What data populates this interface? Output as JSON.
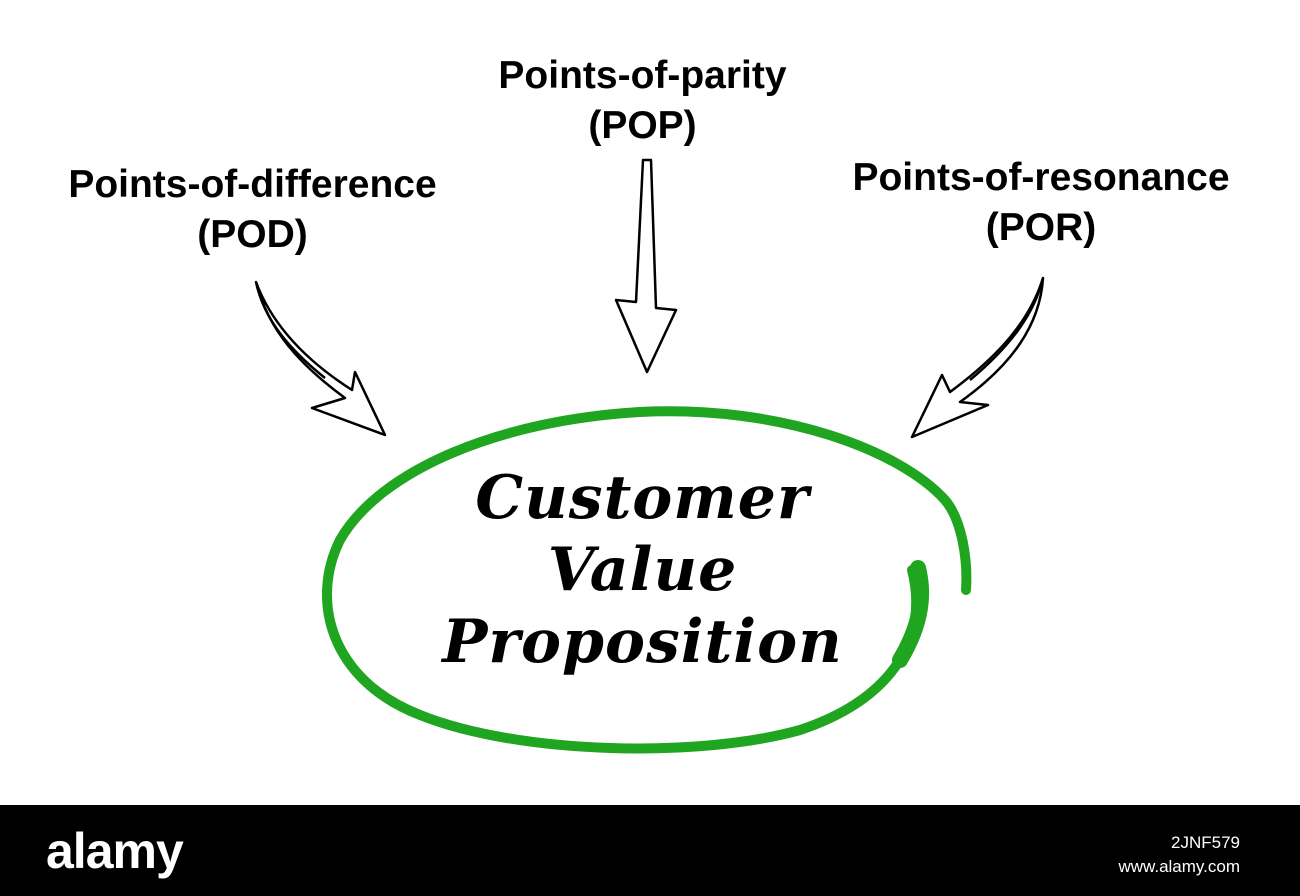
{
  "diagram": {
    "inputs": [
      {
        "line1": "Points-of-difference",
        "line2": "(POD)"
      },
      {
        "line1": "Points-of-parity",
        "line2": "(POP)"
      },
      {
        "line1": "Points-of-resonance",
        "line2": "(POR)"
      }
    ],
    "center": {
      "line1": "Customer",
      "line2": "Value",
      "line3": "Proposition"
    },
    "colors": {
      "ellipse": "#1fa51f",
      "text": "#000000",
      "arrow_stroke": "#000000"
    }
  },
  "footer": {
    "logo": "alamy",
    "image_id": "2JNF579",
    "site": "www.alamy.com",
    "background": "#000000"
  }
}
